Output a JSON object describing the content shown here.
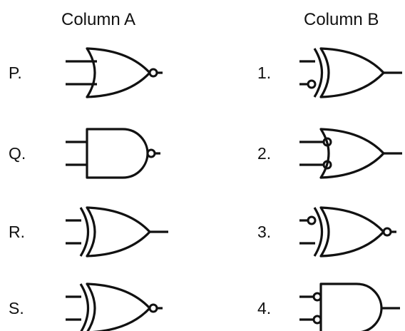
{
  "headers": {
    "column_a": "Column A",
    "column_b": "Column B"
  },
  "column_a": [
    {
      "label": "P.",
      "gate": "or",
      "inverted_inputs": [
        false,
        false
      ],
      "inverted_output": true,
      "xor_arc": false
    },
    {
      "label": "Q.",
      "gate": "and",
      "inverted_inputs": [
        false,
        false
      ],
      "inverted_output": true,
      "xor_arc": false
    },
    {
      "label": "R.",
      "gate": "or",
      "inverted_inputs": [
        false,
        false
      ],
      "inverted_output": false,
      "xor_arc": true
    },
    {
      "label": "S.",
      "gate": "or",
      "inverted_inputs": [
        false,
        false
      ],
      "inverted_output": true,
      "xor_arc": true
    }
  ],
  "column_b": [
    {
      "label": "1.",
      "gate": "or",
      "inverted_inputs": [
        false,
        true
      ],
      "inverted_output": false,
      "xor_arc": true
    },
    {
      "label": "2.",
      "gate": "or",
      "inverted_inputs": [
        true,
        true
      ],
      "inverted_output": false,
      "xor_arc": false
    },
    {
      "label": "3.",
      "gate": "or",
      "inverted_inputs": [
        true,
        false
      ],
      "inverted_output": true,
      "xor_arc": true
    },
    {
      "label": "4.",
      "gate": "and",
      "inverted_inputs": [
        true,
        true
      ],
      "inverted_output": false,
      "xor_arc": false
    }
  ]
}
